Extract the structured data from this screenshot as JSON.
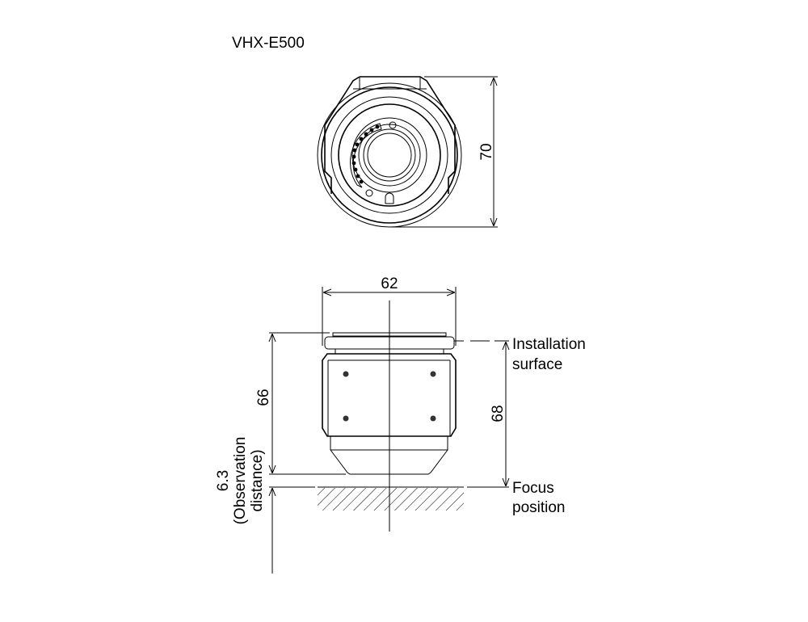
{
  "title": "VHX-E500",
  "front_view": {
    "height_dim": "70"
  },
  "side_view": {
    "width_dim": "62",
    "height_dim": "66",
    "install_to_focus_dim": "68",
    "observation_distance": {
      "value": "6.3",
      "label_line1": "(Observation",
      "label_line2": "distance)"
    },
    "labels": {
      "installation_1": "Installation",
      "installation_2": "surface",
      "focus_1": "Focus",
      "focus_2": "position"
    }
  }
}
